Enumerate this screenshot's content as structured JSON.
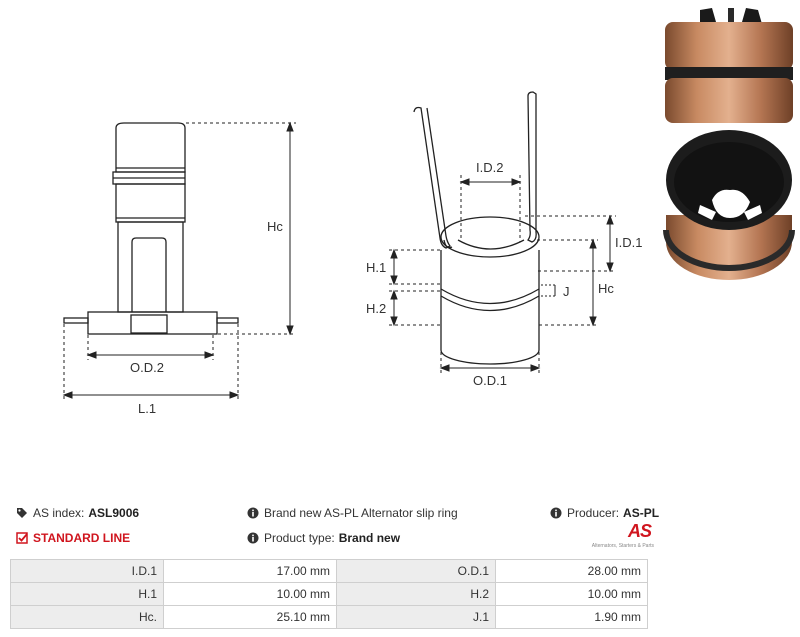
{
  "diagram": {
    "labels": {
      "hc_left": "Hc",
      "od2": "O.D.2",
      "l1": "L.1",
      "id2": "I.D.2",
      "id1": "I.D.1",
      "h1": "H.1",
      "h2": "H.2",
      "j": "J",
      "hc_right": "Hc",
      "od1": "O.D.1"
    }
  },
  "info": {
    "as_index_label": "AS index:",
    "as_index_value": "ASL9006",
    "line": "STANDARD LINE",
    "description": "Brand new AS-PL Alternator slip ring",
    "product_type_label": "Product type:",
    "product_type_value": "Brand new",
    "producer_label": "Producer:",
    "producer_value": "AS-PL",
    "logo_text": "AS",
    "logo_tagline": "Alternators, Starters & Parts"
  },
  "specs": [
    {
      "k1": "I.D.1",
      "v1": "17.00 mm",
      "k2": "O.D.1",
      "v2": "28.00 mm"
    },
    {
      "k1": "H.1",
      "v1": "10.00 mm",
      "k2": "H.2",
      "v2": "10.00 mm"
    },
    {
      "k1": "Hc.",
      "v1": "25.10 mm",
      "k2": "J.1",
      "v2": "1.90 mm"
    }
  ],
  "colors": {
    "brand_red": "#d0151e",
    "copper": "#b8754f",
    "table_key_bg": "#ededed"
  }
}
